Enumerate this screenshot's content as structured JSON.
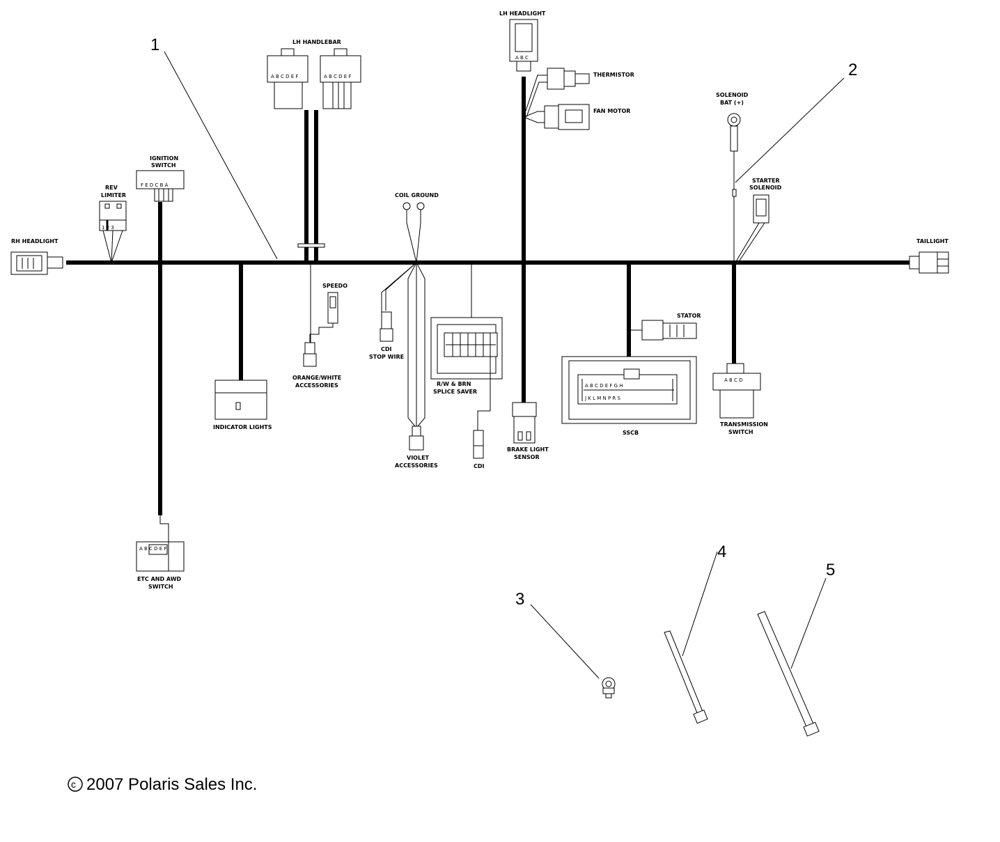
{
  "labels": {
    "rh_headlight": "RH HEADLIGHT",
    "rev_limiter_1": "REV",
    "rev_limiter_2": "LIMITER",
    "ignition_1": "IGNITION",
    "ignition_2": "SWITCH",
    "lh_handlebar": "LH HANDLEBAR",
    "lh_headlight": "LH HEADLIGHT",
    "thermistor": "THERMISTOR",
    "fan_motor": "FAN MOTOR",
    "solenoid_1": "SOLENOID",
    "solenoid_2": "BAT (+)",
    "starter_1": "STARTER",
    "starter_2": "SOLENOID",
    "taillight": "TAILLIGHT",
    "coil_ground": "COIL GROUND",
    "speedo": "SPEEDO",
    "orange_1": "ORANGE/WHITE",
    "orange_2": "ACCESSORIES",
    "indicator": "INDICATOR LIGHTS",
    "cdi_stop_1": "CDI",
    "cdi_stop_2": "STOP WIRE",
    "splice_1": "R/W & BRN",
    "splice_2": "SPLICE SAVER",
    "violet_1": "VIOLET",
    "violet_2": "ACCESSORIES",
    "cdi": "CDI",
    "brake_1": "BRAKE LIGHT",
    "brake_2": "SENSOR",
    "stator": "STATOR",
    "sscb": "SSCB",
    "trans_1": "TRANSMISSION",
    "trans_2": "SWITCH",
    "etc_1": "ETC AND AWD",
    "etc_2": "SWITCH"
  },
  "pins": {
    "lh_handlebar_left": "A B C D E F",
    "lh_handlebar_right": "A B C D E F",
    "ignition": "F E D C B A",
    "rev_limiter": "1  2  3",
    "lh_headlight": "A B C",
    "etc": "A B C D E F",
    "transmission": "A B C D",
    "sscb_row1": "A B C D E F G H",
    "sscb_row2": "J K L M N P R S"
  },
  "callouts": {
    "c1": "1",
    "c2": "2",
    "c3": "3",
    "c4": "4",
    "c5": "5"
  },
  "copyright": {
    "symbol": "c",
    "text": "2007 Polaris Sales Inc."
  }
}
